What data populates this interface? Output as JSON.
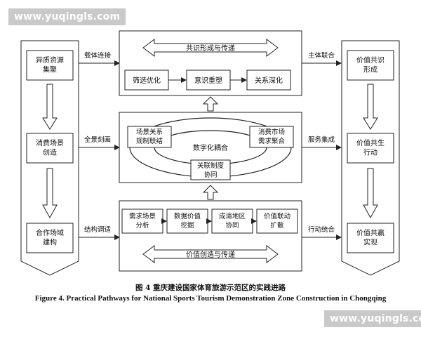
{
  "watermark": "www.yuqingls.com",
  "left_column": [
    "异质资源\n集聚",
    "消费场景\n创造",
    "合作场域\n建构"
  ],
  "right_column": [
    "价值共识\n形成",
    "价值共生\n行动",
    "价值共赢\n实现"
  ],
  "left_links": [
    "载体连接",
    "全景刻画",
    "结构调适"
  ],
  "right_links": [
    "主体联合",
    "服务集成",
    "行动统合"
  ],
  "top_panel": {
    "title": "共识形成与传递",
    "boxes": [
      "筛选优化",
      "意识重塑",
      "关系深化"
    ]
  },
  "middle_panel": {
    "center": "数字化耦合",
    "nodes": [
      "场景关系\n规制联结",
      "消费市场\n需求聚合",
      "关联制度\n协同"
    ]
  },
  "bottom_panel": {
    "title": "价值创造与传递",
    "boxes": [
      "需求场景\n分析",
      "数据价值\n挖掘",
      "成渝地区\n协同",
      "价值联动\n扩散"
    ]
  },
  "caption": {
    "cn": "图 4    重庆建设国家体育旅游示范区的实践进路",
    "en": "Figure 4.    Practical Pathways for National Sports Tourism Demonstration Zone Construction in Chongqing"
  }
}
